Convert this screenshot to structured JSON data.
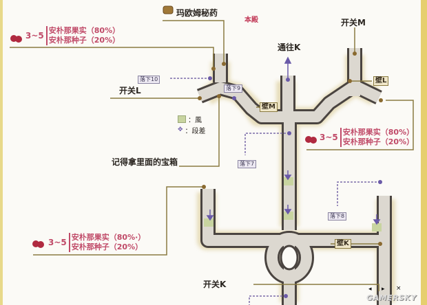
{
  "map": {
    "area_title": "本殿",
    "legend": [
      {
        "icon": "wind-tile-icon",
        "label": "：風"
      },
      {
        "icon": "step-arrow-icon",
        "label": "：段差"
      }
    ],
    "labels": {
      "treasure_top": "玛欧姆秘药",
      "switch_m": "开关M",
      "to_k": "通往K",
      "switch_l": "开关L",
      "remember_chest": "记得拿里面的宝箱",
      "switch_k": "开关K"
    },
    "walls": {
      "wall_l": "壁L",
      "wall_m": "壁M",
      "wall_k": "壁K"
    },
    "drops": {
      "drop10": "落下10",
      "drop9": "落下9",
      "drop7": "落下7",
      "drop8": "落下8"
    },
    "item_drops": [
      {
        "qty": "3~5",
        "line1": "安朴那果实（80%）",
        "line2": "安朴那种子（20%）"
      },
      {
        "qty": "3~5",
        "line1": "安朴那果实（80%）",
        "line2": "安朴那种子（20%）"
      },
      {
        "qty": "3~5",
        "line1": "安朴那果实（80%·）",
        "line2": "安朴那种子（20%）"
      }
    ],
    "colors": {
      "item_text": "#c04a68",
      "leader_line": "#8a7a40",
      "drop_line": "#7a6aa8",
      "stone": "#dcd8d0",
      "stone_edge": "#4a4440"
    }
  },
  "overlay": {
    "prev": "◂",
    "next": "▸",
    "close": "×",
    "watermark": "GAMERSKY"
  }
}
